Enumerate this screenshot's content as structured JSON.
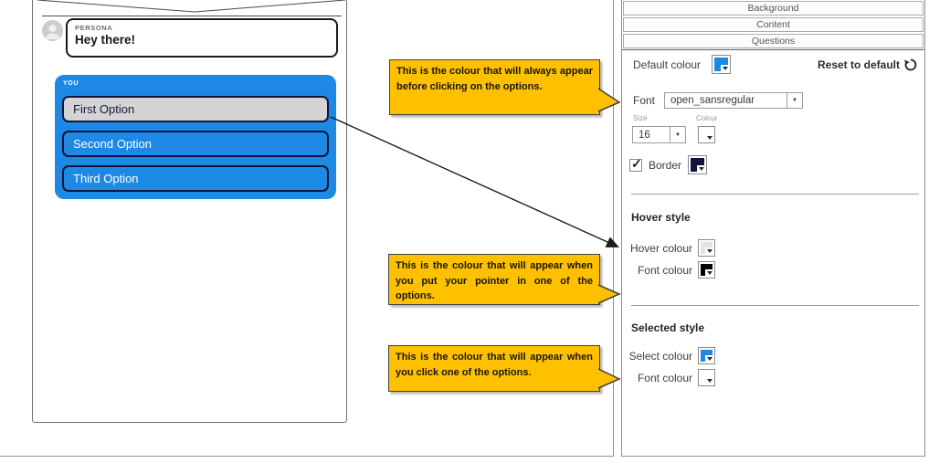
{
  "chat": {
    "persona_label": "PERSONA",
    "persona_message": "Hey there!",
    "you_label": "YOU",
    "options": [
      {
        "label": "First Option",
        "fill": "#D4D4D4",
        "text_colour": "#18183C"
      },
      {
        "label": "Second Option",
        "fill": "#1E88E5",
        "text_colour": "#FFFFFF"
      },
      {
        "label": "Third Option",
        "fill": "#1E88E5",
        "text_colour": "#FFFFFF"
      }
    ],
    "options_container_colour": "#1E88E5"
  },
  "callouts": [
    {
      "text": "This is the colour that will always appear before clicking on the options."
    },
    {
      "text": "This is the colour that will appear when you put your pointer in one of the options."
    },
    {
      "text": "This is the colour that will appear when you click one of the options."
    }
  ],
  "panel": {
    "tabs": [
      {
        "label": "Background"
      },
      {
        "label": "Content"
      },
      {
        "label": "Questions"
      }
    ],
    "questions": {
      "default_colour_label": "Default colour",
      "default_colour_value": "#1E88E5",
      "reset_label": "Reset to default",
      "font_label": "Font",
      "font_value": "open_sansregular",
      "size_label": "Size",
      "size_value": "16",
      "colour_label": "Colour",
      "colour_value": "#FFFFFF",
      "border_label": "Border",
      "border_checked": true,
      "border_colour_value": "#131340",
      "hover": {
        "heading": "Hover style",
        "hover_colour_label": "Hover colour",
        "hover_colour_value": "#E3E3E3",
        "font_colour_label": "Font colour",
        "font_colour_value": "#000000"
      },
      "selected": {
        "heading": "Selected style",
        "select_colour_label": "Select colour",
        "select_colour_value": "#1E88E5",
        "font_colour_label": "Font colour",
        "font_colour_value": "#FFFFFF"
      }
    }
  },
  "icons": {
    "dropdown_arrow": "▼",
    "check": "✓"
  },
  "colors": {
    "callout_fill": "#FFC000",
    "callout_border": "#404040",
    "accent_blue": "#1E88E5",
    "option_border": "#0E1537"
  }
}
